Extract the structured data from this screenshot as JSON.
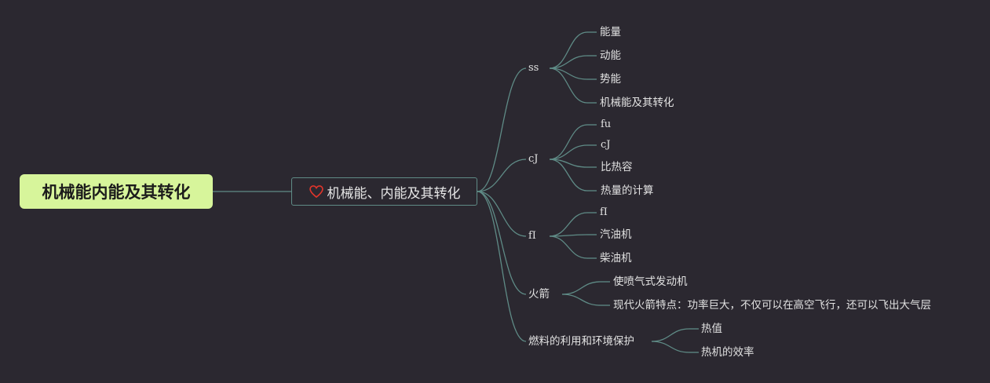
{
  "root": {
    "label": "机械能内能及其转化"
  },
  "main": {
    "label": "机械能、内能及其转化",
    "icon": "heart-icon",
    "icon_color": "#e0352b"
  },
  "branches": [
    {
      "label": "ss",
      "children": [
        "能量",
        "动能",
        "势能",
        "机械能及其转化"
      ]
    },
    {
      "label": "cJ",
      "children": [
        "fu",
        "cJ",
        "比热容",
        "热量的计算"
      ]
    },
    {
      "label": "fI",
      "children": [
        "fI",
        "汽油机",
        "柴油机"
      ]
    },
    {
      "label": "火箭",
      "children": [
        "使喷气式发动机",
        "现代火箭特点：功率巨大，不仅可以在高空飞行，还可以飞出大气层"
      ]
    },
    {
      "label": "燃料的利用和环境保护",
      "children": [
        "热值",
        "热机的效率"
      ]
    }
  ],
  "colors": {
    "background": "#2b2830",
    "root_fill": "#d7f59b",
    "connector": "#5f8b86",
    "text": "#e2e2e2"
  }
}
